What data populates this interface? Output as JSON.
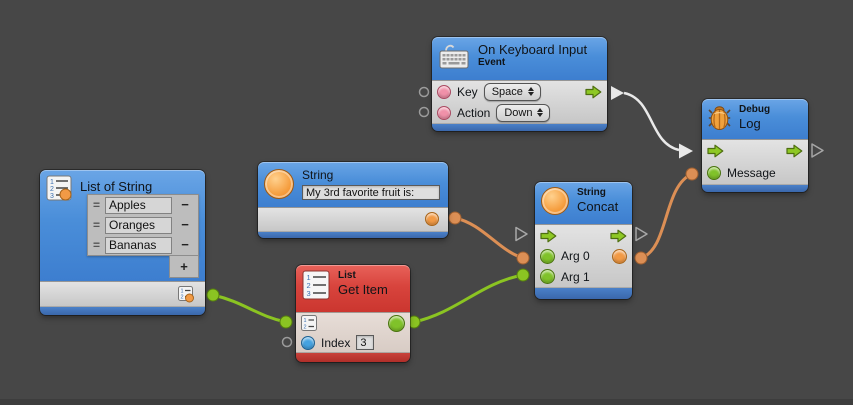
{
  "colors": {
    "background": "#474747",
    "node_header_blue": "#4a8ed9",
    "node_footer_blue": "#3d6eb5",
    "node_header_red": "#d8443d",
    "node_footer_red": "#bd342f",
    "node_body_gray": "#d5d5d5",
    "wire_white": "#e9e9e9",
    "wire_green": "#8bc422",
    "wire_orange": "#dc8f55",
    "port_pink": "#f091a9",
    "port_green": "#80c22a",
    "port_orange": "#f29a45",
    "port_blue": "#45a2e0"
  },
  "nodes": {
    "keyboard": {
      "title": "On Keyboard Input",
      "subtitle": "Event",
      "key_label": "Key",
      "key_value": "Space",
      "action_label": "Action",
      "action_value": "Down"
    },
    "debug_log": {
      "category": "Debug",
      "title": "Log",
      "message_label": "Message"
    },
    "string_literal": {
      "title": "String",
      "value": "My 3rd favorite fruit is:"
    },
    "list": {
      "title": "List of String",
      "items": [
        "Apples",
        "Oranges",
        "Bananas"
      ],
      "handle_glyph": "=",
      "remove_label": "−",
      "add_label": "+"
    },
    "get_item": {
      "category": "List",
      "title": "Get Item",
      "index_label": "Index",
      "index_value": "3"
    },
    "concat": {
      "category": "String",
      "title": "Concat",
      "arg0_label": "Arg 0",
      "arg1_label": "Arg 1"
    }
  },
  "wires": [
    {
      "from": "on-keyboard-input.flow-out",
      "to": "debug-log.flow-in",
      "color": "#e9e9e9"
    },
    {
      "from": "list-of-string.output",
      "to": "get-item.list-input",
      "color": "#8bc422"
    },
    {
      "from": "get-item.output",
      "to": "concat.arg1",
      "color": "#8bc422"
    },
    {
      "from": "string.output",
      "to": "concat.arg0",
      "color": "#dc8f55"
    },
    {
      "from": "concat.output",
      "to": "debug-log.message",
      "color": "#dc8f55"
    }
  ]
}
